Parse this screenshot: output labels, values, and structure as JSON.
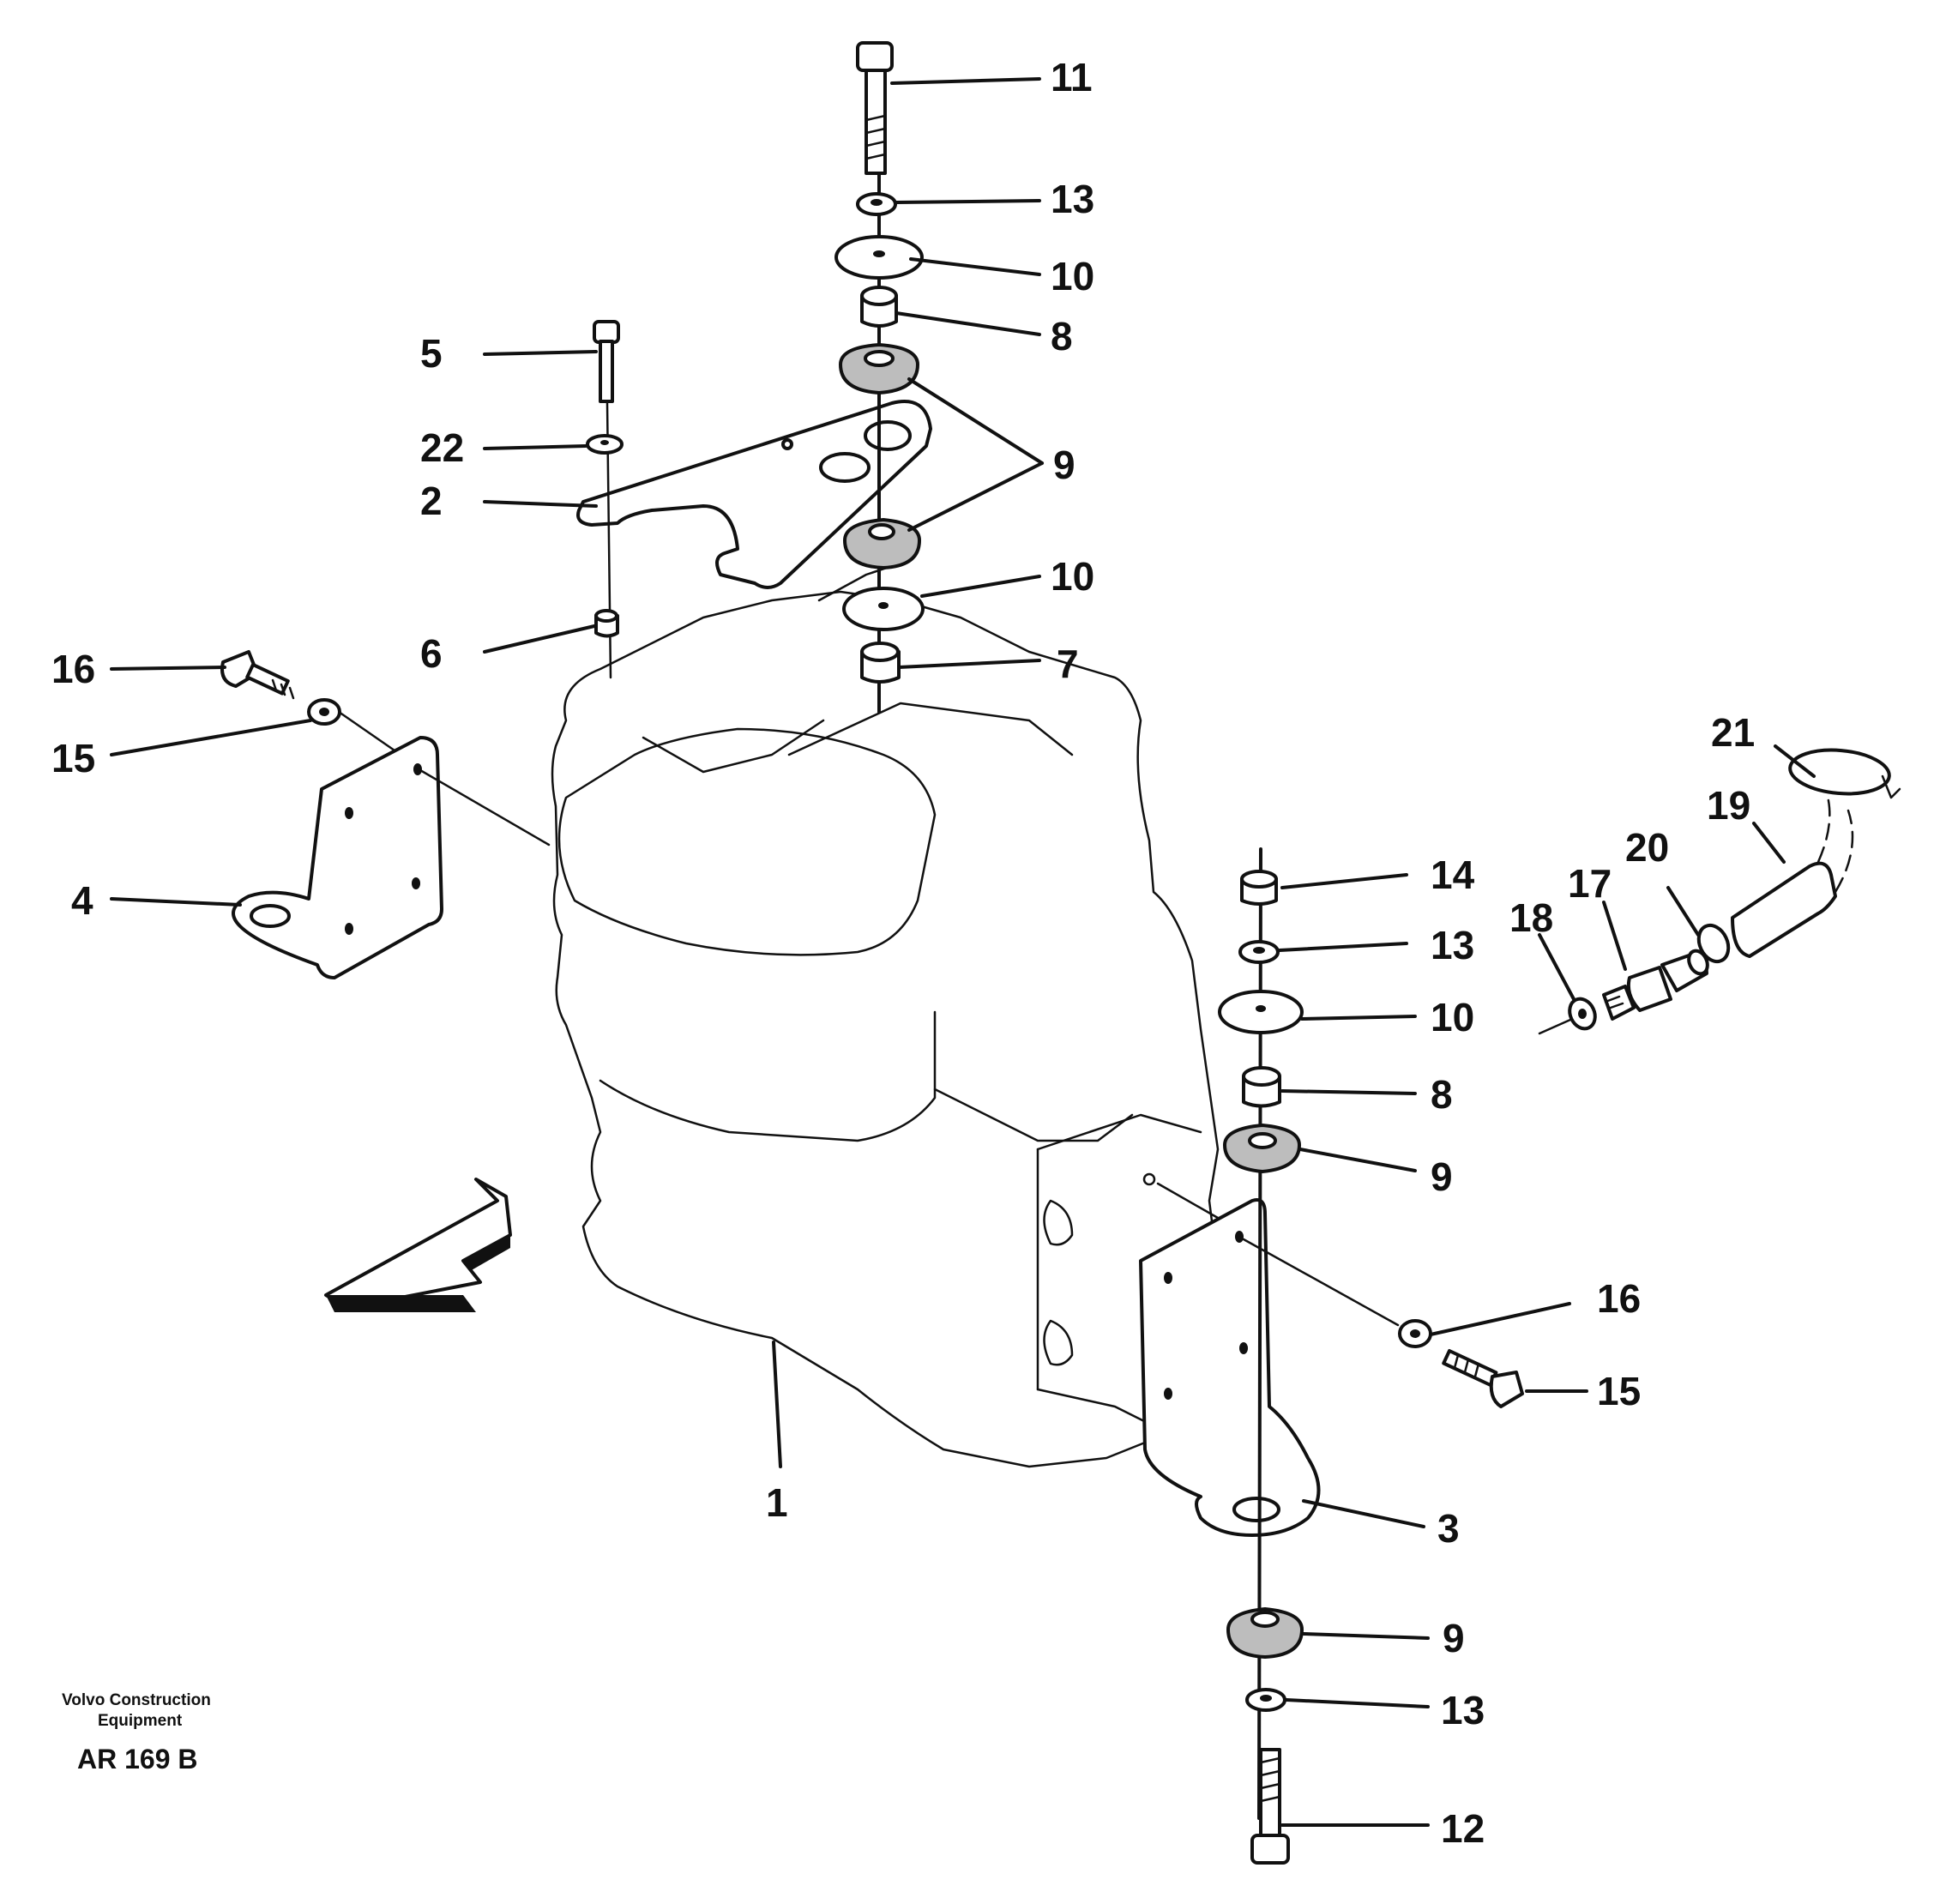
{
  "diagram": {
    "callouts": [
      "11",
      "13",
      "10",
      "8",
      "5",
      "22",
      "2",
      "9",
      "10",
      "6",
      "7",
      "16",
      "15",
      "4",
      "21",
      "19",
      "14",
      "20",
      "17",
      "18",
      "13",
      "10",
      "8",
      "9",
      "16",
      "15",
      "1",
      "3",
      "9",
      "13",
      "12"
    ]
  },
  "footer": {
    "brand_line1": "Volvo Construction",
    "brand_line2": "Equipment",
    "figure_id": "AR 169 B"
  }
}
